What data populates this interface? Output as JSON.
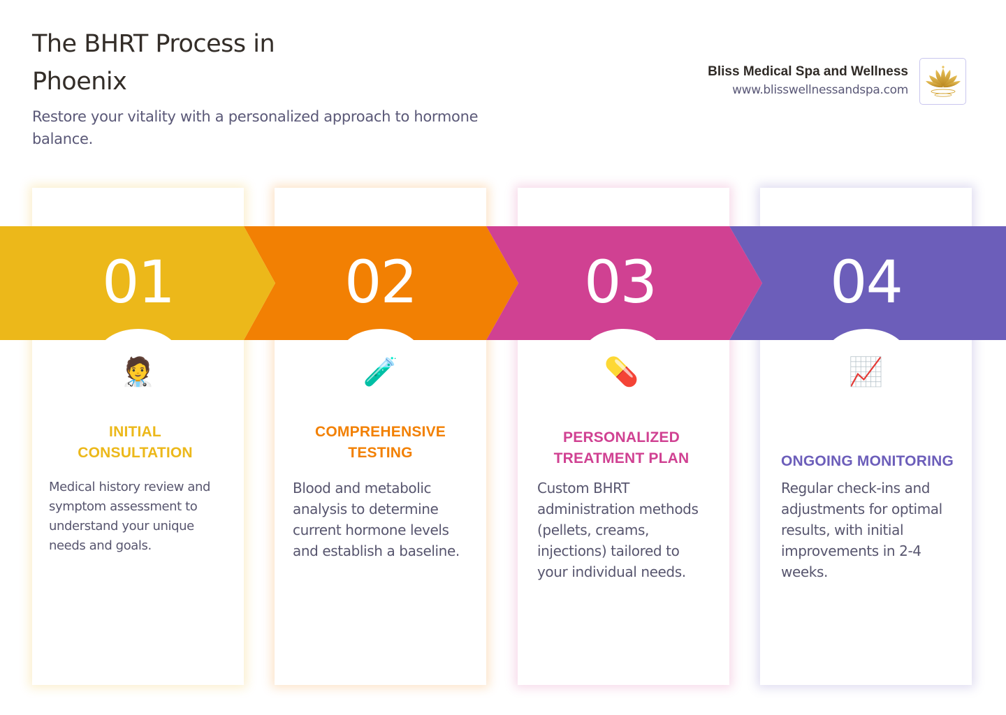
{
  "header": {
    "title": "The BHRT Process in Phoenix",
    "subtitle": "Restore your vitality with a personalized approach to hormone balance."
  },
  "brand": {
    "name": "Bliss Medical Spa and Wellness",
    "url": "www.blisswellnessandspa.com",
    "logo_icon": "golden-lotus-icon"
  },
  "colors": {
    "step1": "#ECB81A",
    "step2": "#F28003",
    "step3": "#D04192",
    "step4": "#6C5EBA",
    "body_text": "#57556E",
    "title_text": "#332D28"
  },
  "steps": [
    {
      "number": "01",
      "icon": "🧑‍⚕️",
      "icon_name": "health-worker-icon",
      "title": "INITIAL CONSULTATION",
      "description": "Medical history review and symptom assessment to understand your unique needs and goals."
    },
    {
      "number": "02",
      "icon": "🧪",
      "icon_name": "test-tube-icon",
      "title": "COMPREHENSIVE TESTING",
      "description": "Blood and metabolic analysis to determine current hormone levels and establish a baseline."
    },
    {
      "number": "03",
      "icon": "💊",
      "icon_name": "pill-icon",
      "title": "PERSONALIZED TREATMENT PLAN",
      "description": "Custom BHRT administration methods (pellets, creams, injections) tailored to your individual needs."
    },
    {
      "number": "04",
      "icon": "📈",
      "icon_name": "chart-increasing-icon",
      "title": "ONGOING MONITORING",
      "description": "Regular check-ins and adjustments for optimal results, with initial improvements in 2-4 weeks."
    }
  ]
}
